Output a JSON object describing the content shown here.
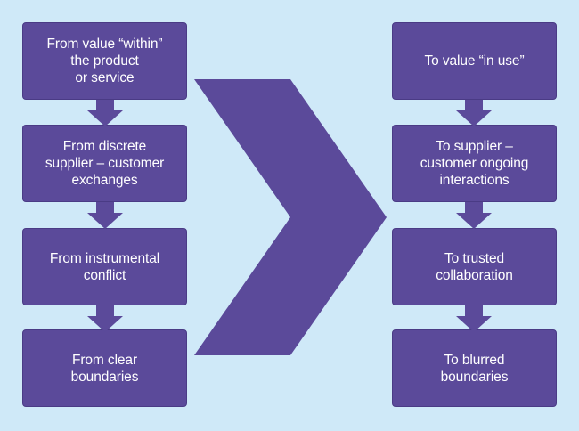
{
  "left_column": [
    {
      "text": "From value “within”\nthe product\nor service"
    },
    {
      "text": "From discrete\nsupplier – customer\nexchanges"
    },
    {
      "text": "From instrumental\nconflict"
    },
    {
      "text": "From clear\nboundaries"
    }
  ],
  "right_column": [
    {
      "text": "To value “in use”"
    },
    {
      "text": "To supplier –\ncustomer ongoing\ninteractions"
    },
    {
      "text": "To trusted\ncollaboration"
    },
    {
      "text": "To blurred\nboundaries"
    }
  ],
  "colors": {
    "background": "#cfe9f8",
    "box_fill": "#5b4a9a",
    "box_text": "#ffffff",
    "arrow_fill": "#5b4a9a"
  }
}
